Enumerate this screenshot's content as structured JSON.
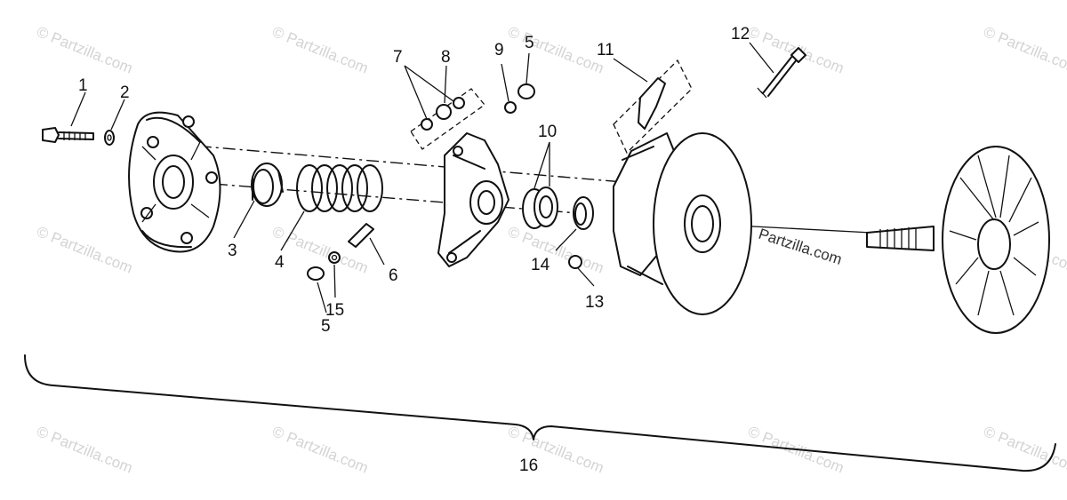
{
  "watermark": {
    "site": "Partzilla.com",
    "symbol": "©"
  },
  "callouts": {
    "c1": "1",
    "c2": "2",
    "c3": "3",
    "c4": "4",
    "c5a": "5",
    "c5b": "5",
    "c6": "6",
    "c7": "7",
    "c8": "8",
    "c9": "9",
    "c10": "10",
    "c11": "11",
    "c12": "12",
    "c13": "13",
    "c14": "14",
    "c15": "15",
    "c16": "16"
  },
  "colors": {
    "ink": "#111111",
    "watermark": "#d4d4d4",
    "background": "#ffffff"
  }
}
